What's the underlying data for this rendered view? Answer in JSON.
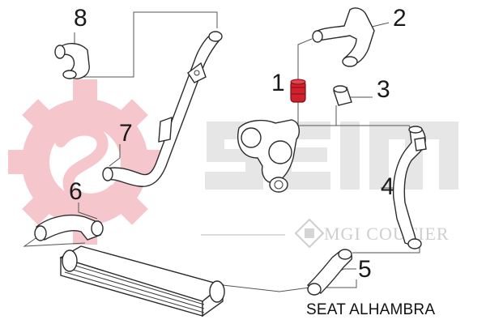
{
  "caption": "SEAT ALHAMBRA",
  "brand": {
    "name": "Seim",
    "sub": "MGI COUTIER",
    "gear_color": "#f5c6cc",
    "wordmark_color": "#e3e3e3"
  },
  "part_color_highlight": "#d0202c",
  "labels": {
    "l1": "1",
    "l2": "2",
    "l3": "3",
    "l4": "4",
    "l5": "5",
    "l6": "6",
    "l7": "7",
    "l8": "8"
  }
}
